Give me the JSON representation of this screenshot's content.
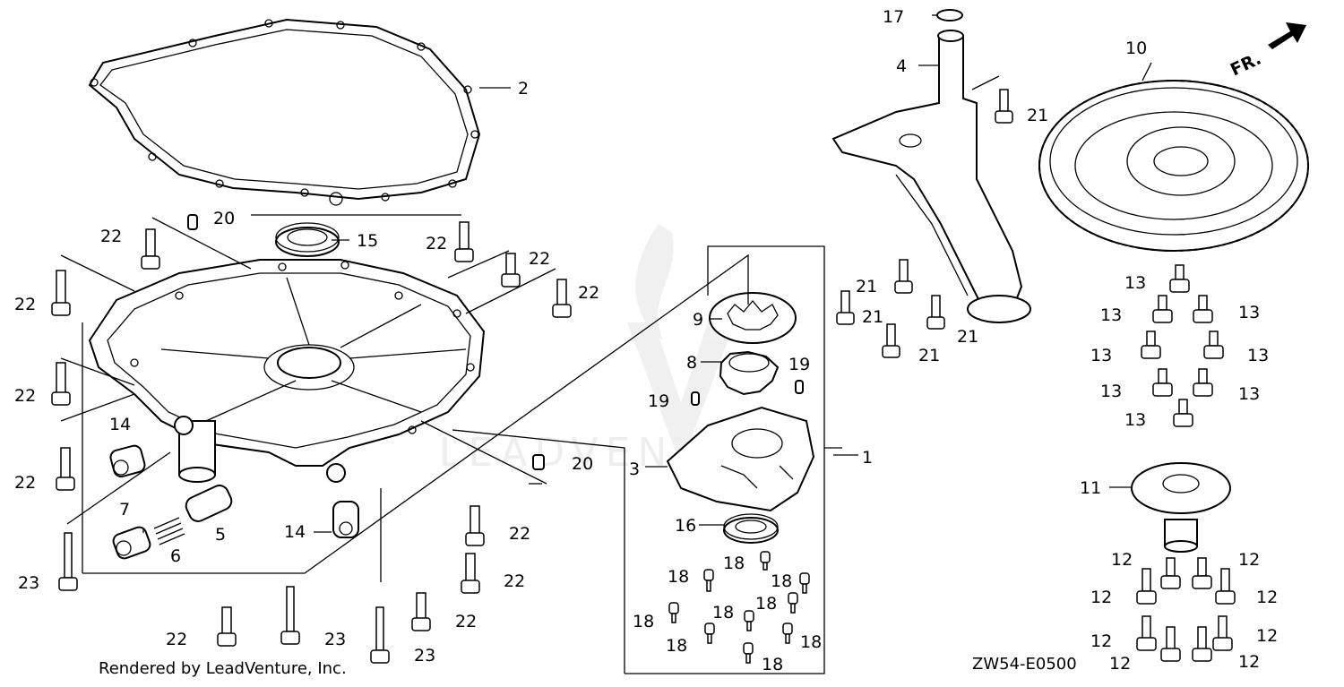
{
  "diagram": {
    "render_credit": "Rendered by LeadVenture, Inc.",
    "diagram_code": "ZW54-E0500",
    "front_indicator": "FR.",
    "watermark": "LEADVENTURE"
  },
  "callouts": [
    "1",
    "2",
    "3",
    "4",
    "5",
    "6",
    "7",
    "8",
    "9",
    "10",
    "11",
    "12",
    "13",
    "14",
    "15",
    "16",
    "17",
    "18",
    "19",
    "20",
    "21",
    "22",
    "23"
  ]
}
